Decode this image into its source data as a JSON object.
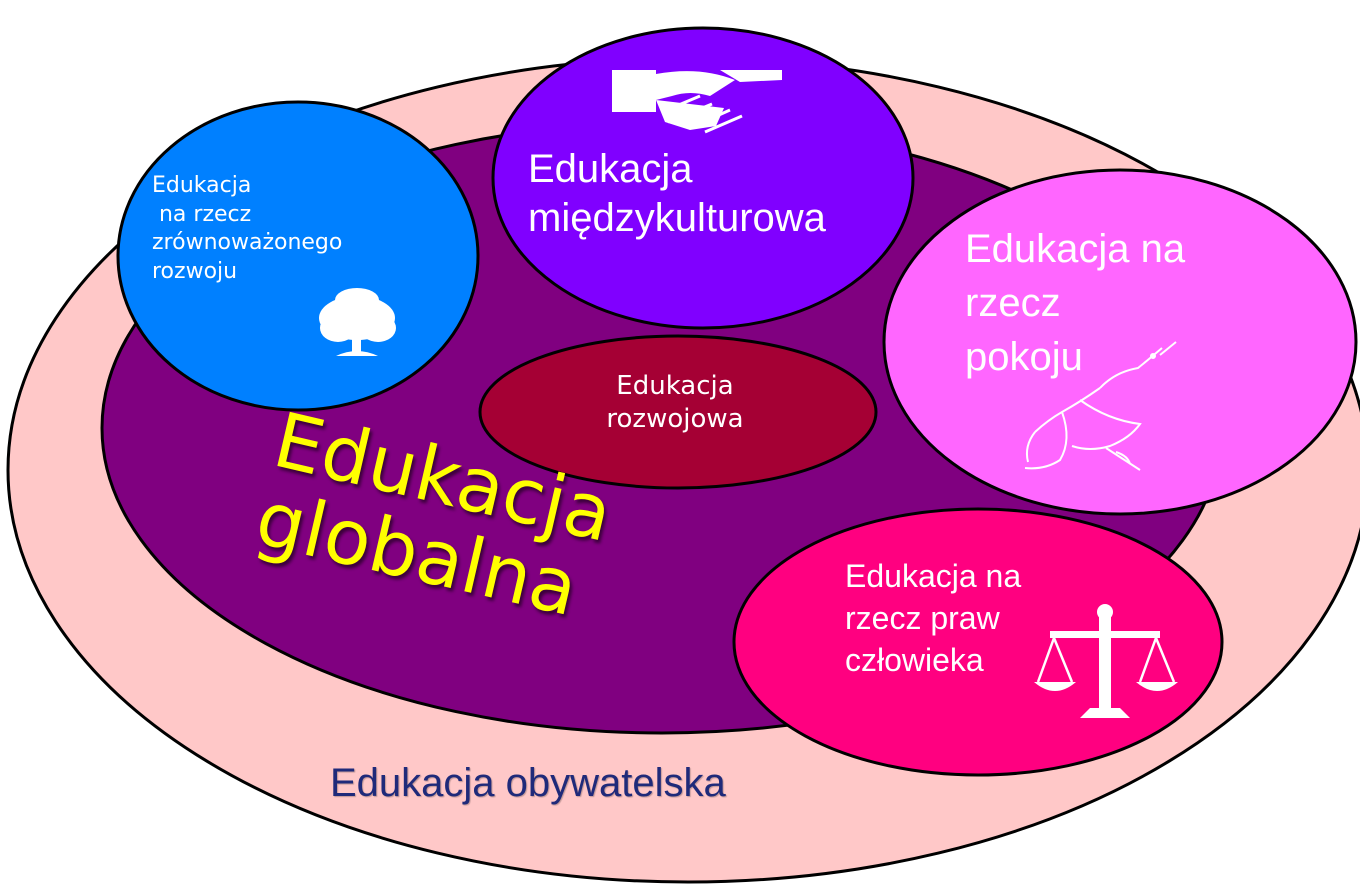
{
  "diagram": {
    "outer_label": "Edukacja obywatelska",
    "center_label": "Edukacja\nglobalna",
    "rozwojowa_label": "Edukacja\nrozwojowa",
    "zrownowazony_label": "Edukacja\n na rzecz\nzrównoważonego\nrozwoju",
    "miedzykulturowa_label": "Edukacja\nmiędzykulturowa",
    "pokoj_label": "Edukacja na\nrzecz\npokoju",
    "prawa_label": "Edukacja na\nrzecz praw\nczłowieka"
  },
  "icons": {
    "handshake": "handshake-icon",
    "tree": "tree-icon",
    "dove": "dove-icon",
    "scales": "scales-icon"
  },
  "colors": {
    "outer": "#ffc8c8",
    "center": "#800080",
    "rozwojowa": "#a50034",
    "zrownowazony": "#0080ff",
    "miedzykulturowa": "#8000ff",
    "pokoj": "#ff66ff",
    "prawa": "#ff0080",
    "center_text": "#ffff00",
    "outer_text": "#1f2a7a"
  }
}
